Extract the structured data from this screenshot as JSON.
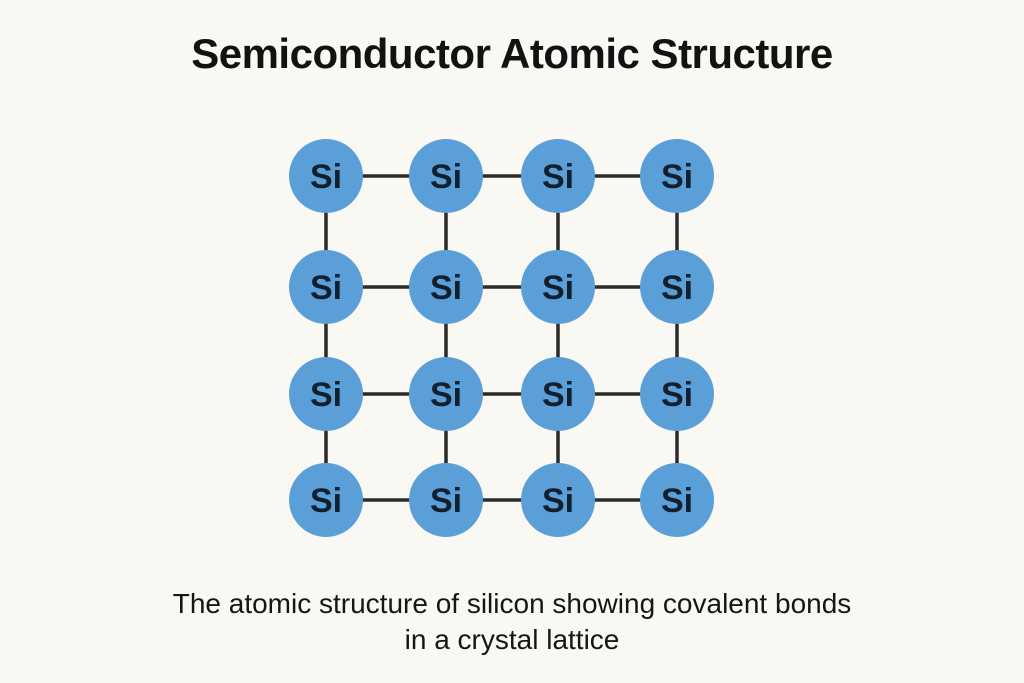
{
  "page": {
    "background_color": "#FAF8F3",
    "title": "Semiconductor Atomic Structure",
    "caption_lines": [
      "The atomic structure of silicon showing covalent bonds",
      "in a crystal lattice"
    ]
  },
  "lattice": {
    "atom_label": "Si",
    "rows": 4,
    "cols": 4,
    "atom_fill": "#5B9FD8",
    "atom_label_color": "#12202E",
    "atom_label_font_size": 34,
    "bond_color": "#2B2B2B",
    "bond_width": 3.5,
    "atom_radius": 37,
    "col_x": [
      326,
      446,
      558,
      677
    ],
    "row_y": [
      176,
      287,
      394,
      500
    ]
  }
}
